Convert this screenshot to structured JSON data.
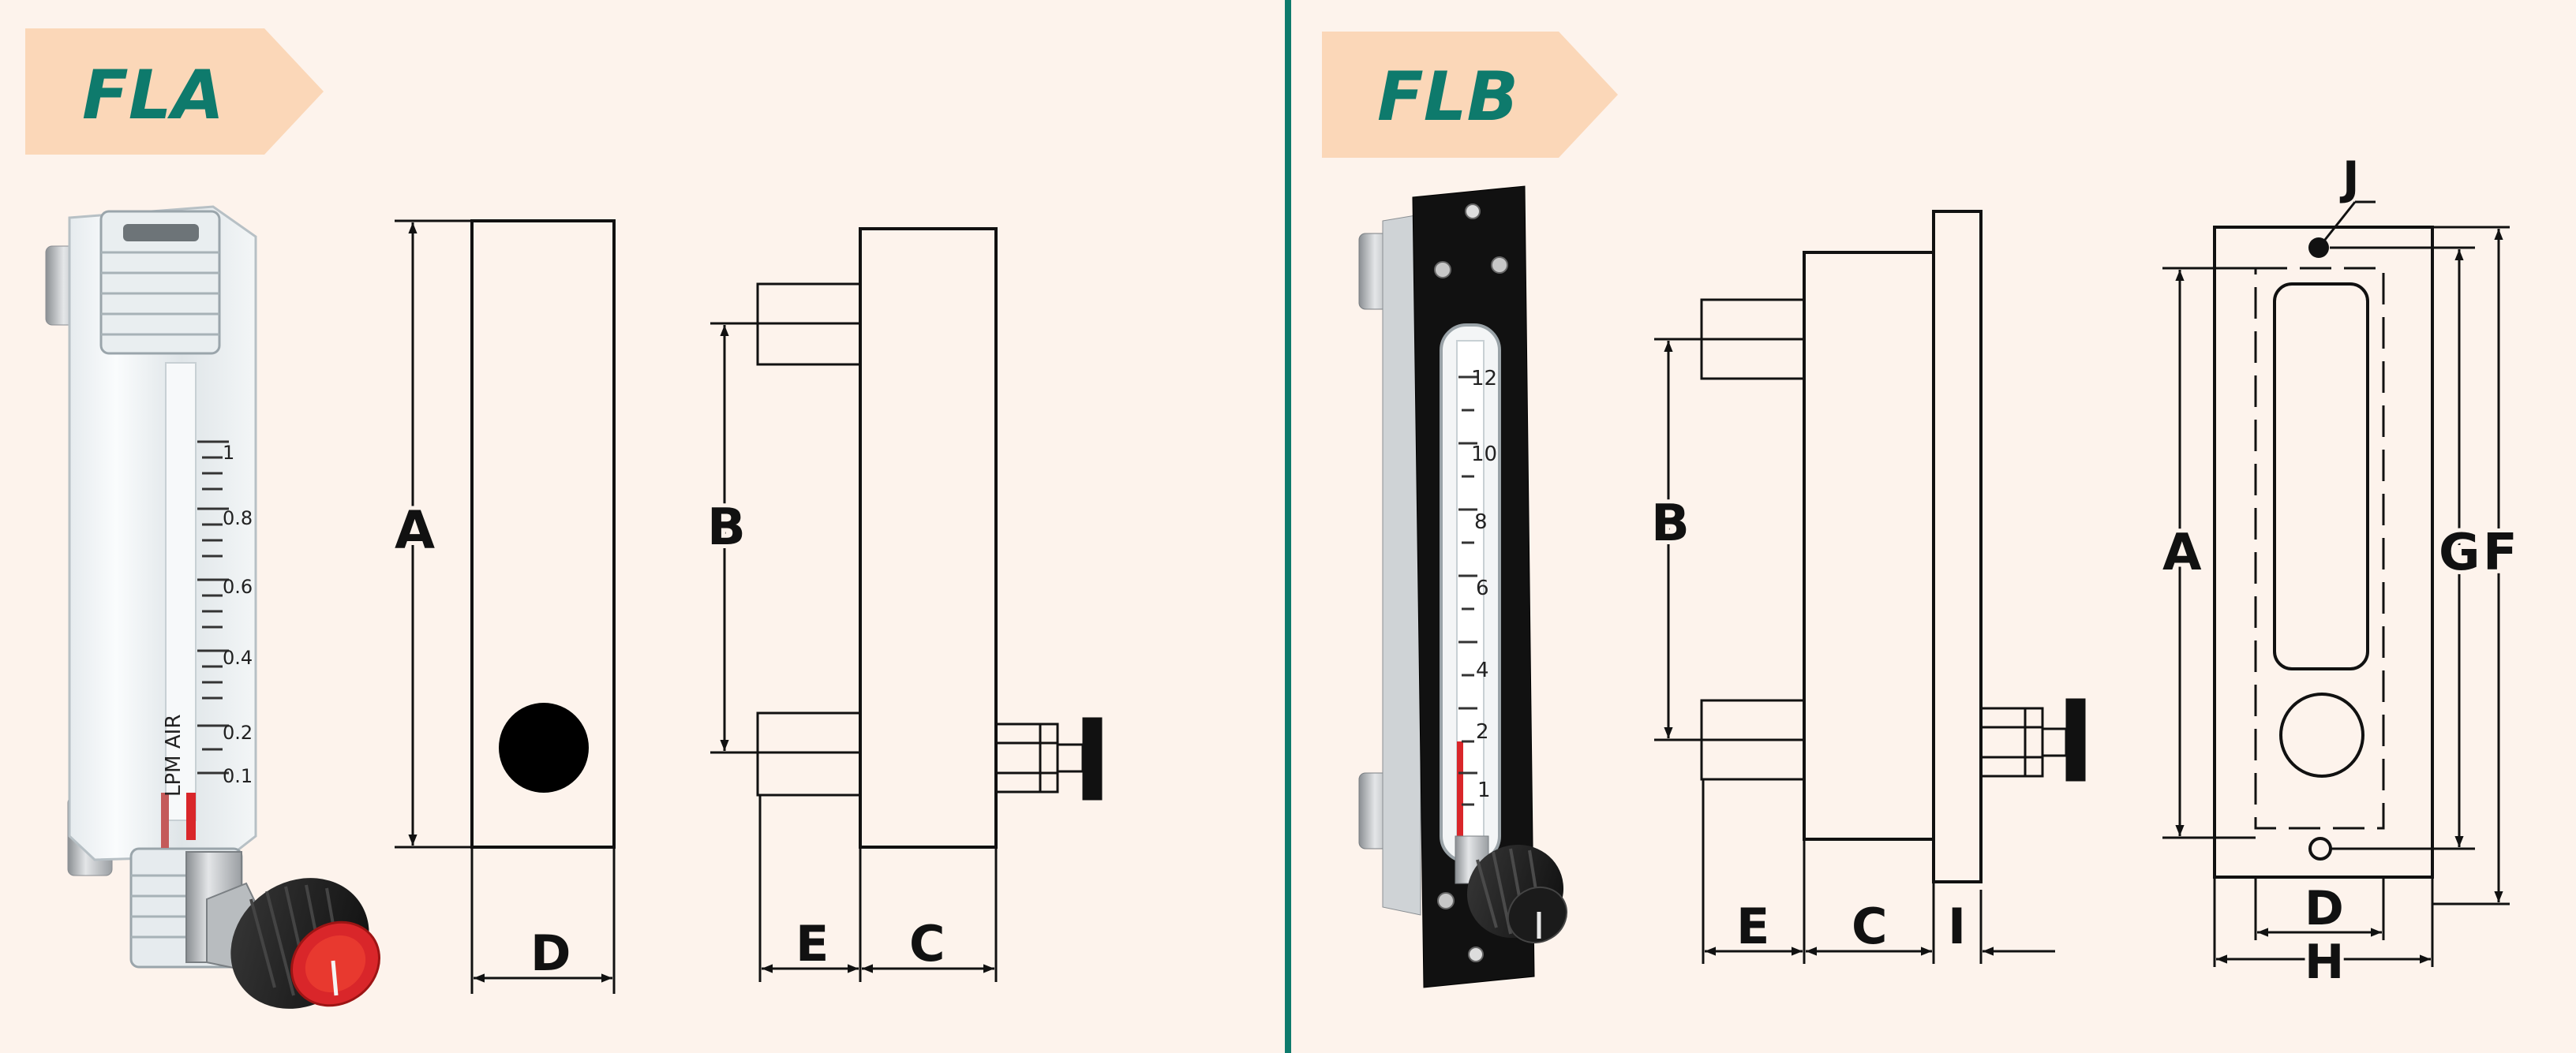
{
  "colors": {
    "background": "#fdf3ec",
    "divider": "#0e7a6c",
    "tag_fill": "#fbd7b8",
    "tag_text": "#0e7a6c",
    "line": "#111111",
    "knob_red": "#d9262a"
  },
  "panels": [
    {
      "tag": "FLA",
      "scale_unit": "LPM AIR",
      "scale_labels": [
        "1",
        "0.8",
        "0.6",
        "0.4",
        "0.2",
        "0.1"
      ],
      "dimensions": {
        "A": "A",
        "B": "B",
        "C": "C",
        "D": "D",
        "E": "E"
      }
    },
    {
      "tag": "FLB",
      "scale_labels": [
        "12",
        "10",
        "8",
        "6",
        "4",
        "2",
        "1"
      ],
      "dimensions": {
        "A": "A",
        "B": "B",
        "C": "C",
        "D": "D",
        "E": "E",
        "F": "F",
        "G": "G",
        "H": "H",
        "I": "I",
        "J": "J"
      }
    }
  ]
}
